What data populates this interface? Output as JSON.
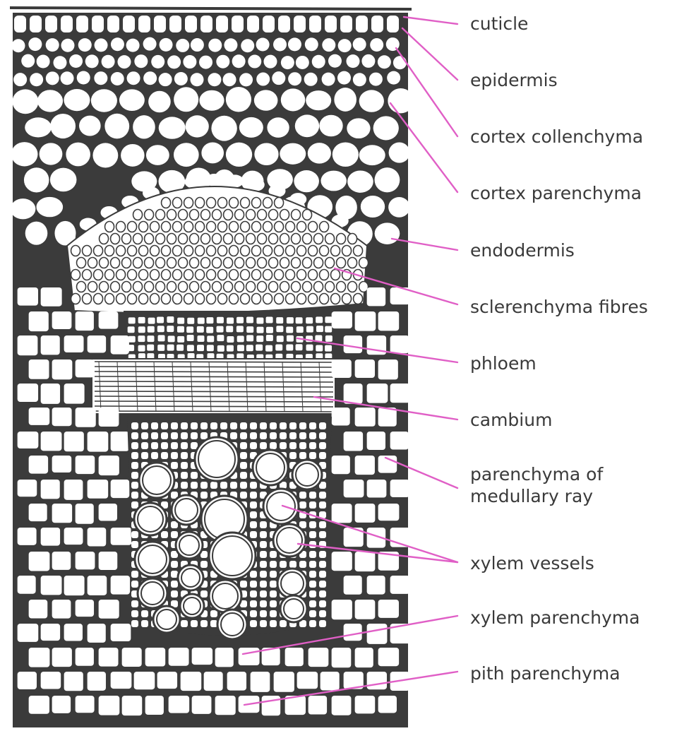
{
  "colors": {
    "leader_line": "#e05fc6",
    "cell_wall": "#3b3b3b",
    "label_text": "#3a3a3a",
    "background": "#ffffff"
  },
  "labels": {
    "cuticle": "cuticle",
    "epidermis": "epidermis",
    "cortex_collenchyma": "cortex collenchyma",
    "cortex_parenchyma": "cortex parenchyma",
    "endodermis": "endodermis",
    "sclerenchyma_fibres": "sclerenchyma fibres",
    "phloem": "phloem",
    "cambium": "cambium",
    "parenchyma_medullary_ray": "parenchyma of medullary ray",
    "xylem_vessels": "xylem vessels",
    "xylem_parenchyma": "xylem parenchyma",
    "pith_parenchyma": "pith parenchyma"
  }
}
